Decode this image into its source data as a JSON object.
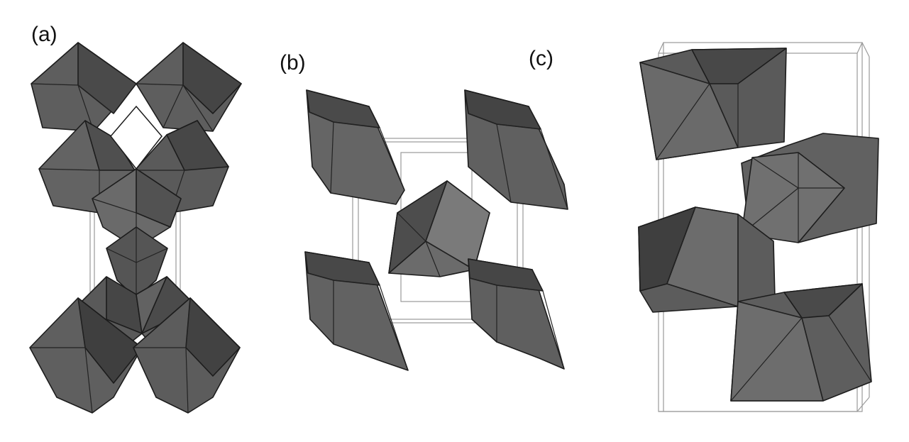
{
  "figure": {
    "panels": [
      {
        "label": "(a)",
        "description_kind": "corner-sharing octahedral chain viewed along axis"
      },
      {
        "label": "(b)",
        "description_kind": "four tilted octahedra around a central octahedron in unit cell"
      },
      {
        "label": "(c)",
        "description_kind": "stacked tilted octahedra in elongated unit cell"
      }
    ],
    "colors": {
      "octahedron_light": "#6f6f6f",
      "octahedron_mid": "#5a5a5a",
      "octahedron_dark": "#3e3e3e",
      "cell_lines": "#9a9a9a",
      "background": "#ffffff"
    }
  }
}
